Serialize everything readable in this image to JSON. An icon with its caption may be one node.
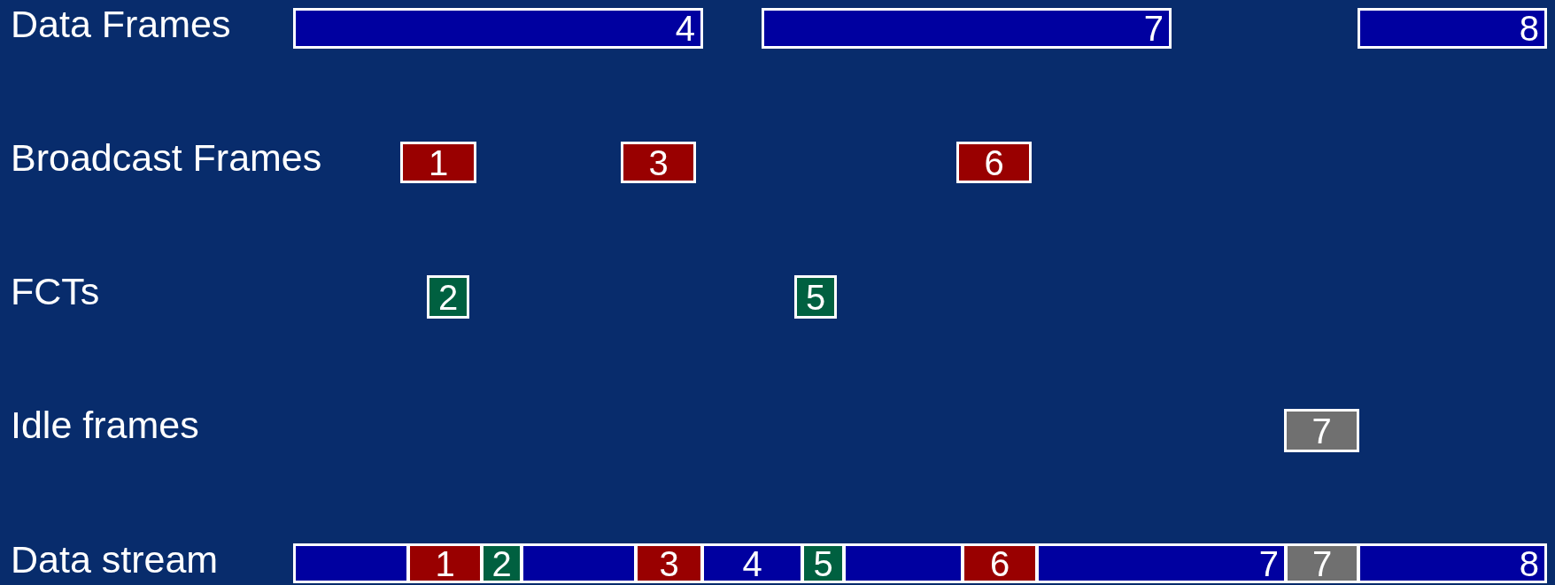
{
  "diagram": {
    "nodes": [
      {
        "text": [
          "4"
        ]
      },
      {
        "text": [
          "7"
        ]
      },
      {
        "text": [
          "8"
        ]
      },
      {
        "text": [
          "1"
        ]
      },
      {
        "text": [
          "3"
        ]
      },
      {
        "text": [
          "6"
        ]
      },
      {
        "text": [
          "2"
        ]
      },
      {
        "text": [
          "5"
        ]
      },
      {
        "text": [
          "7"
        ]
      },
      {
        "text": [],
        "shape": "bar"
      },
      {
        "text": [
          "1"
        ]
      },
      {
        "text": [
          "2"
        ]
      },
      {
        "text": [],
        "shape": "bar"
      },
      {
        "text": [
          "3"
        ]
      },
      {
        "text": [
          "4"
        ]
      },
      {
        "text": [
          "5"
        ]
      },
      {
        "text": [],
        "shape": "bar"
      },
      {
        "text": [
          "6"
        ]
      },
      {
        "text": [
          "7"
        ]
      },
      {
        "text": [
          "7"
        ]
      },
      {
        "text": [
          "8"
        ]
      }
    ],
    "labels": [
      "Data Frames",
      "Broadcast Frames",
      "FCTs",
      "Idle frames",
      "Data stream"
    ]
  }
}
